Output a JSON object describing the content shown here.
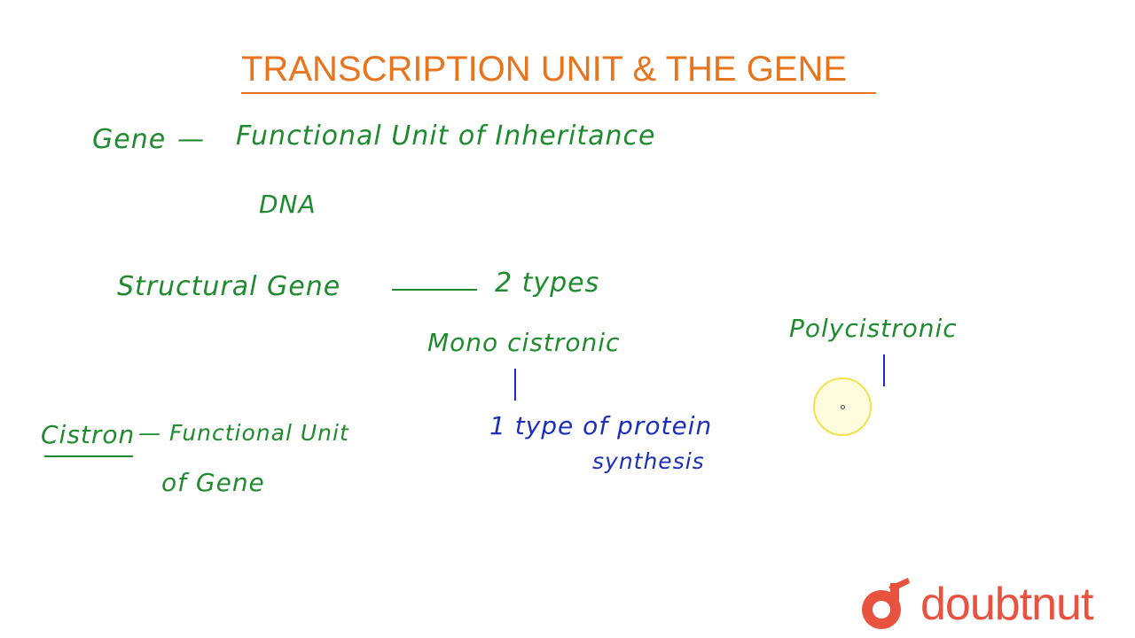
{
  "title": "TRANSCRIPTION UNIT & THE GENE",
  "colors": {
    "title": "#e8741e",
    "green_ink": "#1f8a2e",
    "blue_ink": "#1b2fb8",
    "logo": "#e8523f"
  },
  "notes": {
    "gene_label": "Gene",
    "gene_dash": "—",
    "gene_definition": "Functional Unit of Inheritance",
    "dna": "DNA",
    "structural_gene": "Structural Gene",
    "two_types": "2 types",
    "monocistronic": "Mono cistronic",
    "polycistronic": "Polycistronic",
    "protein_line1": "1 type of protein",
    "protein_line2": "synthesis",
    "cistron": "Cistron",
    "cistron_def_line1": "— Functional Unit",
    "cistron_def_line2": "of Gene"
  },
  "logo": {
    "text": "doubtnut",
    "icon": "doubtnut-logo-icon"
  }
}
